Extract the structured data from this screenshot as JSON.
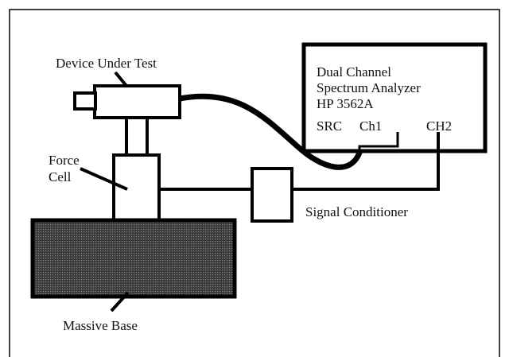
{
  "diagram": {
    "labels": {
      "device_under_test": "Device Under Test",
      "force_cell_line1": "Force",
      "force_cell_line2": "Cell",
      "massive_base": "Massive Base",
      "signal_conditioner": "Signal Conditioner",
      "analyzer_line1": "Dual Channel",
      "analyzer_line2": "Spectrum Analyzer",
      "analyzer_line3": "HP 3562A",
      "port_src": "SRC",
      "port_ch1": "Ch1",
      "port_ch2": "CH2"
    },
    "colors": {
      "stroke": "#000000",
      "base_fill": "#4a4a4a",
      "background": "#ffffff"
    }
  }
}
